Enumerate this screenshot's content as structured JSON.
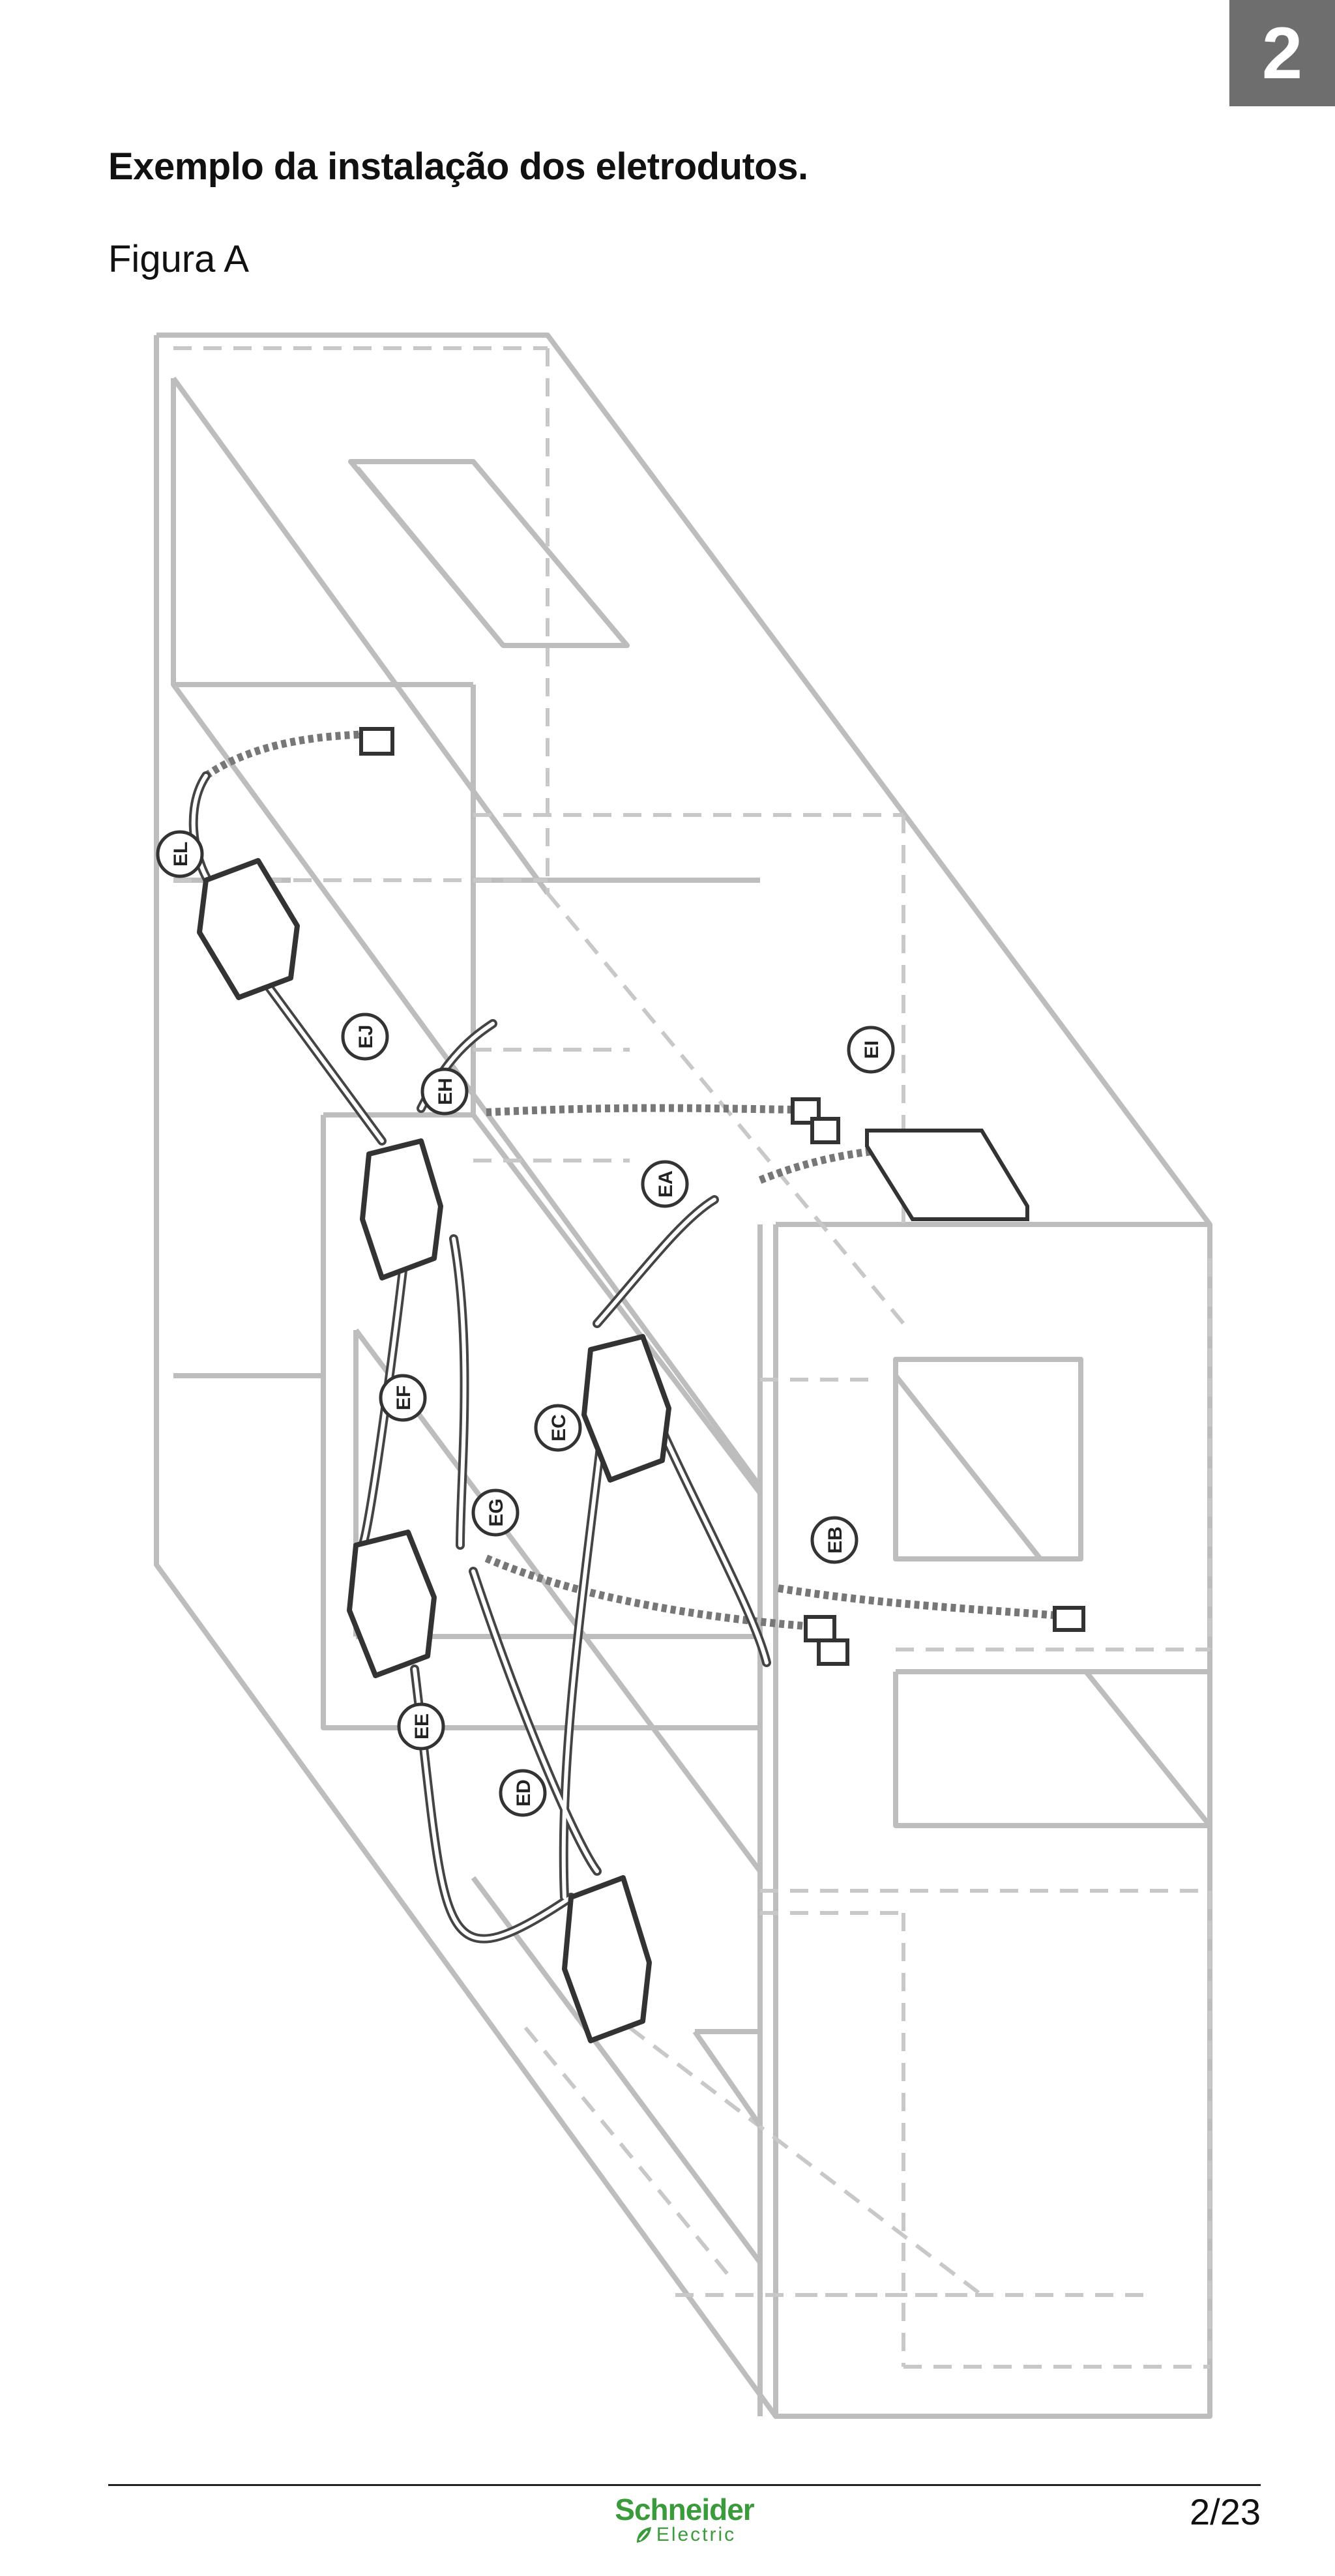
{
  "page": {
    "chapter_number": "2",
    "title": "Exemplo da instalação dos eletrodutos.",
    "subtitle": "Figura A",
    "page_number": "2/23"
  },
  "figure": {
    "labels": {
      "EA": "EA",
      "EB": "EB",
      "EC": "EC",
      "ED": "ED",
      "EE": "EE",
      "EF": "EF",
      "EG": "EG",
      "EH": "EH",
      "EI": "EI",
      "EJ": "EJ",
      "EL": "EL"
    }
  },
  "footer": {
    "logo_word": "Schneider",
    "logo_sub": "Electric"
  },
  "colors": {
    "structure_line": "#bdbdbd",
    "conduit_line": "#444444",
    "logo_green": "#3a9b3a",
    "chapter_tab": "#6e6e6e"
  }
}
